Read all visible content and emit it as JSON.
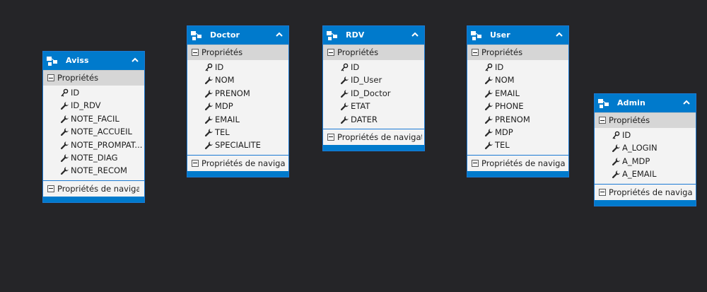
{
  "entities": [
    {
      "title": "Aviss",
      "section_label": "Propriétés",
      "nav_label": "Propriétés de navigation",
      "properties": [
        {
          "name": "ID",
          "icon": "key-icon"
        },
        {
          "name": "ID_RDV",
          "icon": "wrench-icon"
        },
        {
          "name": "NOTE_FACIL",
          "icon": "wrench-icon"
        },
        {
          "name": "NOTE_ACCUEIL",
          "icon": "wrench-icon"
        },
        {
          "name": "NOTE_PROMPAT...",
          "icon": "wrench-icon"
        },
        {
          "name": "NOTE_DIAG",
          "icon": "wrench-icon"
        },
        {
          "name": "NOTE_RECOM",
          "icon": "wrench-icon"
        }
      ]
    },
    {
      "title": "Doctor",
      "section_label": "Propriétés",
      "nav_label": "Propriétés de navigation",
      "properties": [
        {
          "name": "ID",
          "icon": "key-icon"
        },
        {
          "name": "NOM",
          "icon": "wrench-icon"
        },
        {
          "name": "PRENOM",
          "icon": "wrench-icon"
        },
        {
          "name": "MDP",
          "icon": "wrench-icon"
        },
        {
          "name": "EMAIL",
          "icon": "wrench-icon"
        },
        {
          "name": "TEL",
          "icon": "wrench-icon"
        },
        {
          "name": "SPECIALITE",
          "icon": "wrench-icon"
        }
      ]
    },
    {
      "title": "RDV",
      "section_label": "Propriétés",
      "nav_label": "Propriétés de navigation",
      "properties": [
        {
          "name": "ID",
          "icon": "key-icon"
        },
        {
          "name": "ID_User",
          "icon": "wrench-icon"
        },
        {
          "name": "ID_Doctor",
          "icon": "wrench-icon"
        },
        {
          "name": "ETAT",
          "icon": "wrench-icon"
        },
        {
          "name": "DATER",
          "icon": "wrench-icon"
        }
      ]
    },
    {
      "title": "User",
      "section_label": "Propriétés",
      "nav_label": "Propriétés de navigation",
      "properties": [
        {
          "name": "ID",
          "icon": "key-icon"
        },
        {
          "name": "NOM",
          "icon": "wrench-icon"
        },
        {
          "name": "EMAIL",
          "icon": "wrench-icon"
        },
        {
          "name": "PHONE",
          "icon": "wrench-icon"
        },
        {
          "name": "PRENOM",
          "icon": "wrench-icon"
        },
        {
          "name": "MDP",
          "icon": "wrench-icon"
        },
        {
          "name": "TEL",
          "icon": "wrench-icon"
        }
      ]
    },
    {
      "title": "Admin",
      "section_label": "Propriétés",
      "nav_label": "Propriétés de navigation",
      "properties": [
        {
          "name": "ID",
          "icon": "key-icon"
        },
        {
          "name": "A_LOGIN",
          "icon": "wrench-icon"
        },
        {
          "name": "A_MDP",
          "icon": "wrench-icon"
        },
        {
          "name": "A_EMAIL",
          "icon": "wrench-icon"
        }
      ]
    }
  ],
  "colors": {
    "canvas": "#252528",
    "header": "#007acc",
    "body": "#f3f3f3",
    "section": "#d6d6d6"
  }
}
